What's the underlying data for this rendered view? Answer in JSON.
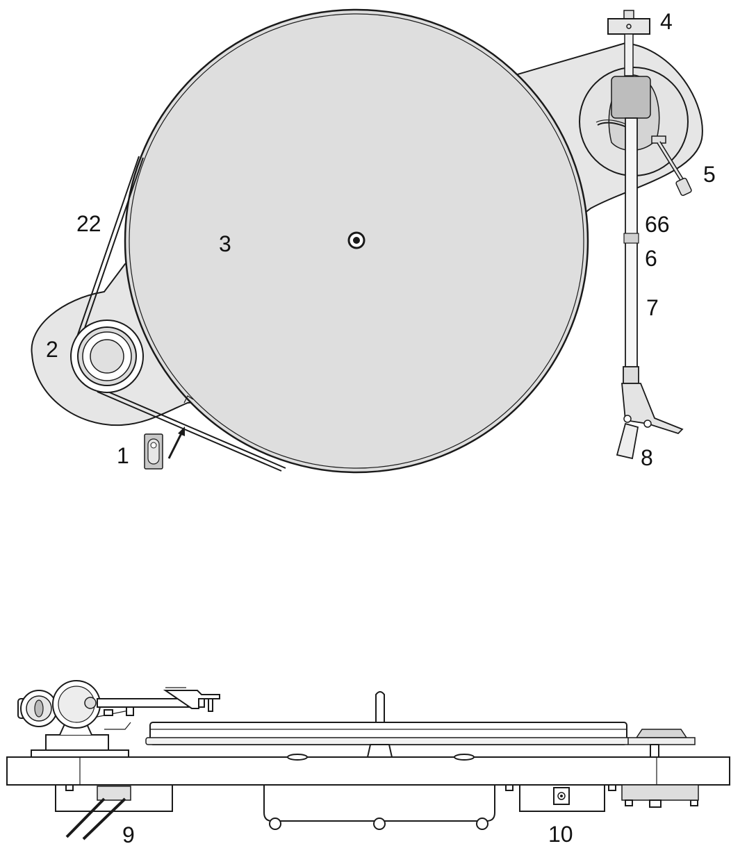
{
  "labels": {
    "motor_switch": "1",
    "motor_pulley": "2",
    "platter": "3",
    "counterweight": "4",
    "arm_lift": "5",
    "tonearm_tube": "6",
    "tonearm_end": "7",
    "headshell": "8",
    "cable_output": "9",
    "power_socket": "10",
    "belt": "22",
    "tonearm_mark": "66"
  }
}
